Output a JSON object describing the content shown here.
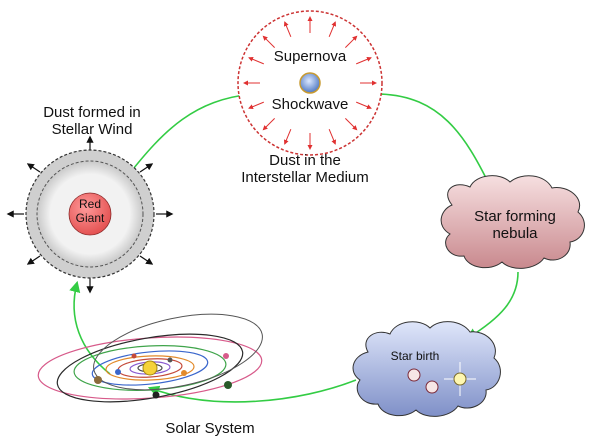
{
  "diagram": {
    "title": "",
    "nodes": {
      "dust_wind": {
        "label_line1": "Dust formed in",
        "label_line2": "Stellar Wind"
      },
      "red_giant": {
        "label_line1": "Red",
        "label_line2": "Giant"
      },
      "supernova": {
        "label_top": "Supernova",
        "label_bottom": "Shockwave"
      },
      "ism": {
        "label_line1": "Dust in the",
        "label_line2": "Interstellar Medium"
      },
      "nebula": {
        "label_line1": "Star forming",
        "label_line2": "nebula"
      },
      "star_birth": {
        "label": "Star birth"
      },
      "solar_system": {
        "label": "Solar System"
      }
    },
    "cycle": [
      "red_giant",
      "supernova",
      "nebula",
      "star_birth",
      "solar_system",
      "red_giant"
    ],
    "colors": {
      "arrow": "#33cc44",
      "red_giant_fill": "#f06a6a",
      "shell_fill": "#cfcfcf",
      "supernova_fill": "#ffffff",
      "supernova_border": "#cc3333",
      "supernova_arrow": "#e03030",
      "core_fill": "#7aa0d8",
      "nebula_fill": "#e8c3c6",
      "star_birth_fill": "#b7c3e6",
      "sun_fill": "#f5d23a"
    }
  }
}
